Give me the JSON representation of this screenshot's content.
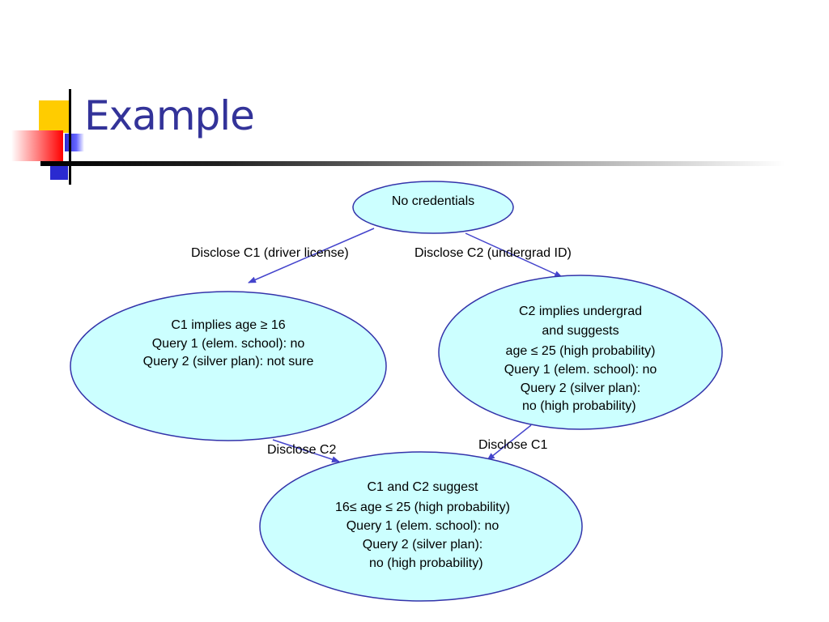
{
  "slide": {
    "title": "Example"
  },
  "colors": {
    "title": "#333399",
    "node_fill": "#ccffff",
    "node_stroke": "#3333aa",
    "edge": "#4444cc"
  },
  "nodes": {
    "root": {
      "lines": [
        "No credentials"
      ]
    },
    "c1": {
      "lines": [
        "C1 implies age ≥ 16",
        "Query 1 (elem. school): no",
        "Query 2 (silver plan): not sure"
      ]
    },
    "c2": {
      "lines": [
        "C2 implies undergrad",
        "and suggests",
        "age ≤ 25 (high probability)",
        "Query 1 (elem. school): no",
        "Query 2 (silver plan):",
        "no (high probability)"
      ]
    },
    "both": {
      "lines": [
        "C1 and C2 suggest",
        "16≤ age ≤ 25 (high probability)",
        "Query 1 (elem. school): no",
        "Query 2 (silver plan):",
        "no (high probability)"
      ]
    }
  },
  "edges": {
    "root_c1": "Disclose C1 (driver license)",
    "root_c2": "Disclose C2 (undergrad ID)",
    "c1_both": "Disclose C2",
    "c2_both": "Disclose C1"
  }
}
